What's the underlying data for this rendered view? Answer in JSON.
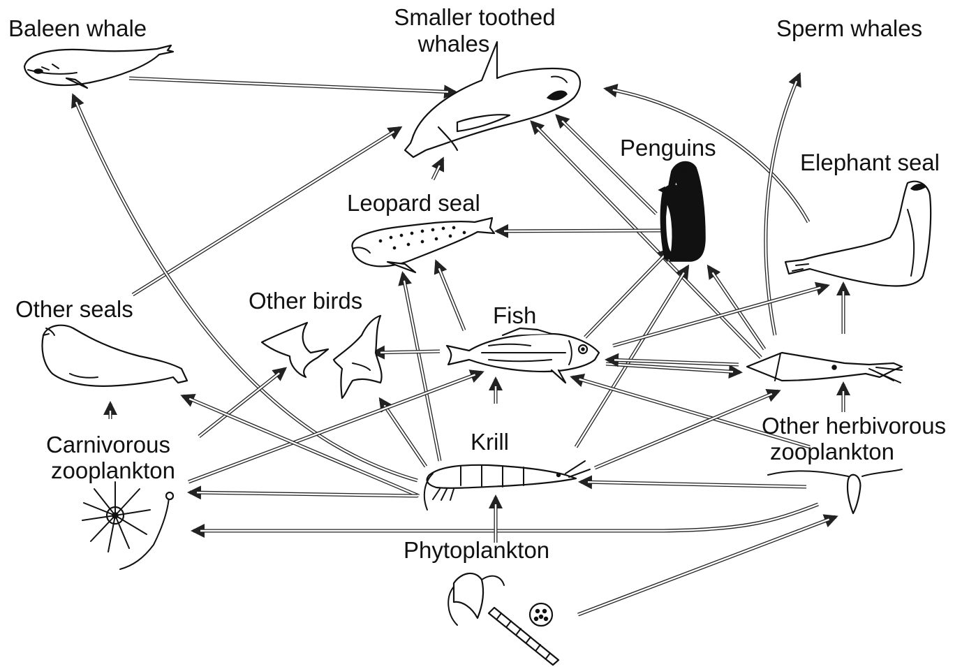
{
  "labels": {
    "baleen_whale": "Baleen whale",
    "smaller_toothed_whales_1": "Smaller toothed",
    "smaller_toothed_whales_2": "whales",
    "sperm_whales": "Sperm whales",
    "penguins": "Penguins",
    "elephant_seal": "Elephant seal",
    "leopard_seal": "Leopard seal",
    "other_birds": "Other birds",
    "fish": "Fish",
    "other_seals": "Other seals",
    "krill": "Krill",
    "carnivorous_zooplankton_1": "Carnivorous",
    "carnivorous_zooplankton_2": "zooplankton",
    "other_herbivorous_zooplankton_1": "Other herbivorous",
    "other_herbivorous_zooplankton_2": "zooplankton",
    "phytoplankton": "Phytoplankton"
  },
  "colors": {
    "ink": "#111111",
    "background": "#ffffff"
  },
  "icons": [
    "baleen-whale-icon",
    "orca-icon",
    "penguins-icon",
    "elephant-seal-icon",
    "leopard-seal-icon",
    "birds-icon",
    "fish-icon",
    "other-seal-icon",
    "squid-icon",
    "krill-icon",
    "carnivorous-zooplankton-icon",
    "herbivorous-zooplankton-icon",
    "phytoplankton-icon"
  ],
  "food_web_links": [
    {
      "from": "Phytoplankton",
      "to": "Krill"
    },
    {
      "from": "Phytoplankton",
      "to": "Other herbivorous zooplankton"
    },
    {
      "from": "Other herbivorous zooplankton",
      "to": "Krill"
    },
    {
      "from": "Other herbivorous zooplankton",
      "to": "Carnivorous zooplankton"
    },
    {
      "from": "Other herbivorous zooplankton",
      "to": "Fish"
    },
    {
      "from": "Other herbivorous zooplankton",
      "to": "Squid"
    },
    {
      "from": "Krill",
      "to": "Carnivorous zooplankton"
    },
    {
      "from": "Krill",
      "to": "Fish"
    },
    {
      "from": "Krill",
      "to": "Other birds"
    },
    {
      "from": "Krill",
      "to": "Leopard seal"
    },
    {
      "from": "Krill",
      "to": "Other seals"
    },
    {
      "from": "Krill",
      "to": "Baleen whale"
    },
    {
      "from": "Krill",
      "to": "Penguins"
    },
    {
      "from": "Krill",
      "to": "Squid"
    },
    {
      "from": "Carnivorous zooplankton",
      "to": "Other seals"
    },
    {
      "from": "Carnivorous zooplankton",
      "to": "Fish"
    },
    {
      "from": "Carnivorous zooplankton",
      "to": "Other birds"
    },
    {
      "from": "Fish",
      "to": "Other birds"
    },
    {
      "from": "Fish",
      "to": "Leopard seal"
    },
    {
      "from": "Fish",
      "to": "Penguins"
    },
    {
      "from": "Fish",
      "to": "Elephant seal"
    },
    {
      "from": "Fish",
      "to": "Squid"
    },
    {
      "from": "Squid",
      "to": "Fish"
    },
    {
      "from": "Squid",
      "to": "Penguins"
    },
    {
      "from": "Squid",
      "to": "Elephant seal"
    },
    {
      "from": "Squid",
      "to": "Sperm whales"
    },
    {
      "from": "Squid",
      "to": "Smaller toothed whales"
    },
    {
      "from": "Penguins",
      "to": "Leopard seal"
    },
    {
      "from": "Penguins",
      "to": "Smaller toothed whales"
    },
    {
      "from": "Leopard seal",
      "to": "Smaller toothed whales"
    },
    {
      "from": "Baleen whale",
      "to": "Smaller toothed whales"
    },
    {
      "from": "Other seals",
      "to": "Smaller toothed whales"
    },
    {
      "from": "Elephant seal",
      "to": "Smaller toothed whales"
    }
  ]
}
